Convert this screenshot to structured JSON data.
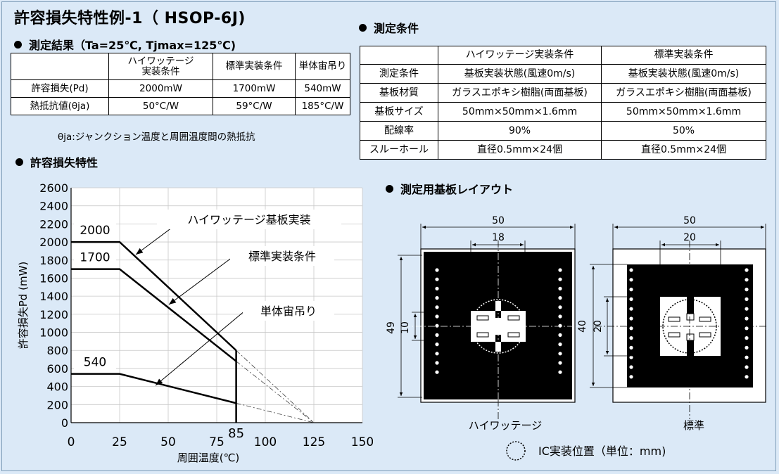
{
  "title": "許容損失特性例-1（ HSOP-6J)",
  "results": {
    "heading": "測定結果（Ta=25℃, Tjmax=125℃)",
    "header": [
      "",
      "ハイワッテージ\n実装条件",
      "標準実装条件",
      "単体宙吊り"
    ],
    "rows": [
      [
        "許容損失(Pd)",
        "2000mW",
        "1700mW",
        "540mW"
      ],
      [
        "熱抵抗値(θja)",
        "50°C/W",
        "59°C/W",
        "185°C/W"
      ]
    ],
    "note": "θja:ジャンクション温度と周囲温度間の熱抵抗"
  },
  "conditions": {
    "heading": "測定条件",
    "header": [
      "",
      "ハイワッテージ実装条件",
      "標準実装条件"
    ],
    "rows": [
      [
        "測定条件",
        "基板実装状態(風速0m/s)",
        "基板実装状態(風速0m/s)"
      ],
      [
        "基板材質",
        "ガラスエポキシ樹脂(両面基板)",
        "ガラスエポキシ樹脂(両面基板)"
      ],
      [
        "基板サイズ",
        "50mm×50mm×1.6mm",
        "50mm×50mm×1.6mm"
      ],
      [
        "配線率",
        "90%",
        "50%"
      ],
      [
        "スルーホール",
        "直径0.5mm×24個",
        "直径0.5mm×24個"
      ]
    ]
  },
  "chart_heading": "許容損失特性",
  "chart_data": {
    "type": "line",
    "xlabel": "周囲温度(℃)",
    "ylabel": "許容損失Pd (mW)",
    "xlim": [
      0,
      150
    ],
    "ylim": [
      0,
      2600
    ],
    "xticks": [
      0,
      25,
      50,
      75,
      100,
      125,
      150
    ],
    "yticks": [
      0,
      200,
      400,
      600,
      800,
      1000,
      1200,
      1400,
      1600,
      1800,
      2000,
      2200,
      2400,
      2600
    ],
    "series": [
      {
        "name": "ハイワッテージ基板実装",
        "x": [
          0,
          25,
          85
        ],
        "y": [
          2000,
          2000,
          800
        ],
        "start_label": "2000"
      },
      {
        "name": "標準実装条件",
        "x": [
          0,
          25,
          85
        ],
        "y": [
          1700,
          1700,
          680
        ],
        "start_label": "1700"
      },
      {
        "name": "単体宙吊り",
        "x": [
          0,
          25,
          85
        ],
        "y": [
          540,
          540,
          216
        ],
        "start_label": "540"
      }
    ],
    "extrapolation_end": [
      125,
      0
    ],
    "cutoff_x": 85,
    "cutoff_label": "85"
  },
  "layout": {
    "heading": "測定用基板レイアウト",
    "boards": [
      {
        "label": "ハイワッテージ",
        "width_dim": "50",
        "inner_dim": "18",
        "height_dim": "49",
        "small_dim": "10"
      },
      {
        "label": "標準",
        "width_dim": "50",
        "inner_dim": "20",
        "height_dim": "40",
        "small_dim": "20"
      }
    ],
    "legend": "IC実装位置（単位：mm)"
  }
}
